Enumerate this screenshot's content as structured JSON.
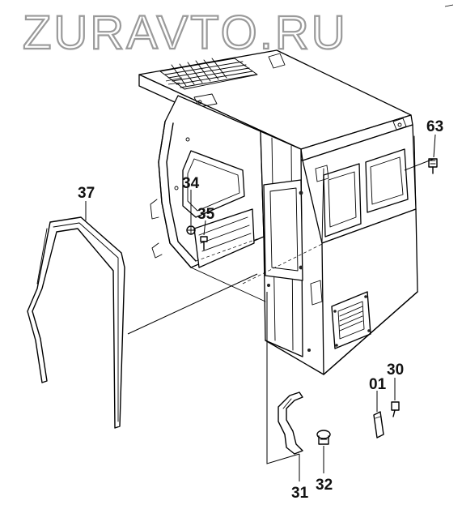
{
  "watermark": "ZURAVTO.RU",
  "callouts": {
    "c63": "63",
    "c37": "37",
    "c34": "34",
    "c35": "35",
    "c30": "30",
    "c01": "01",
    "c31": "31",
    "c32": "32"
  }
}
